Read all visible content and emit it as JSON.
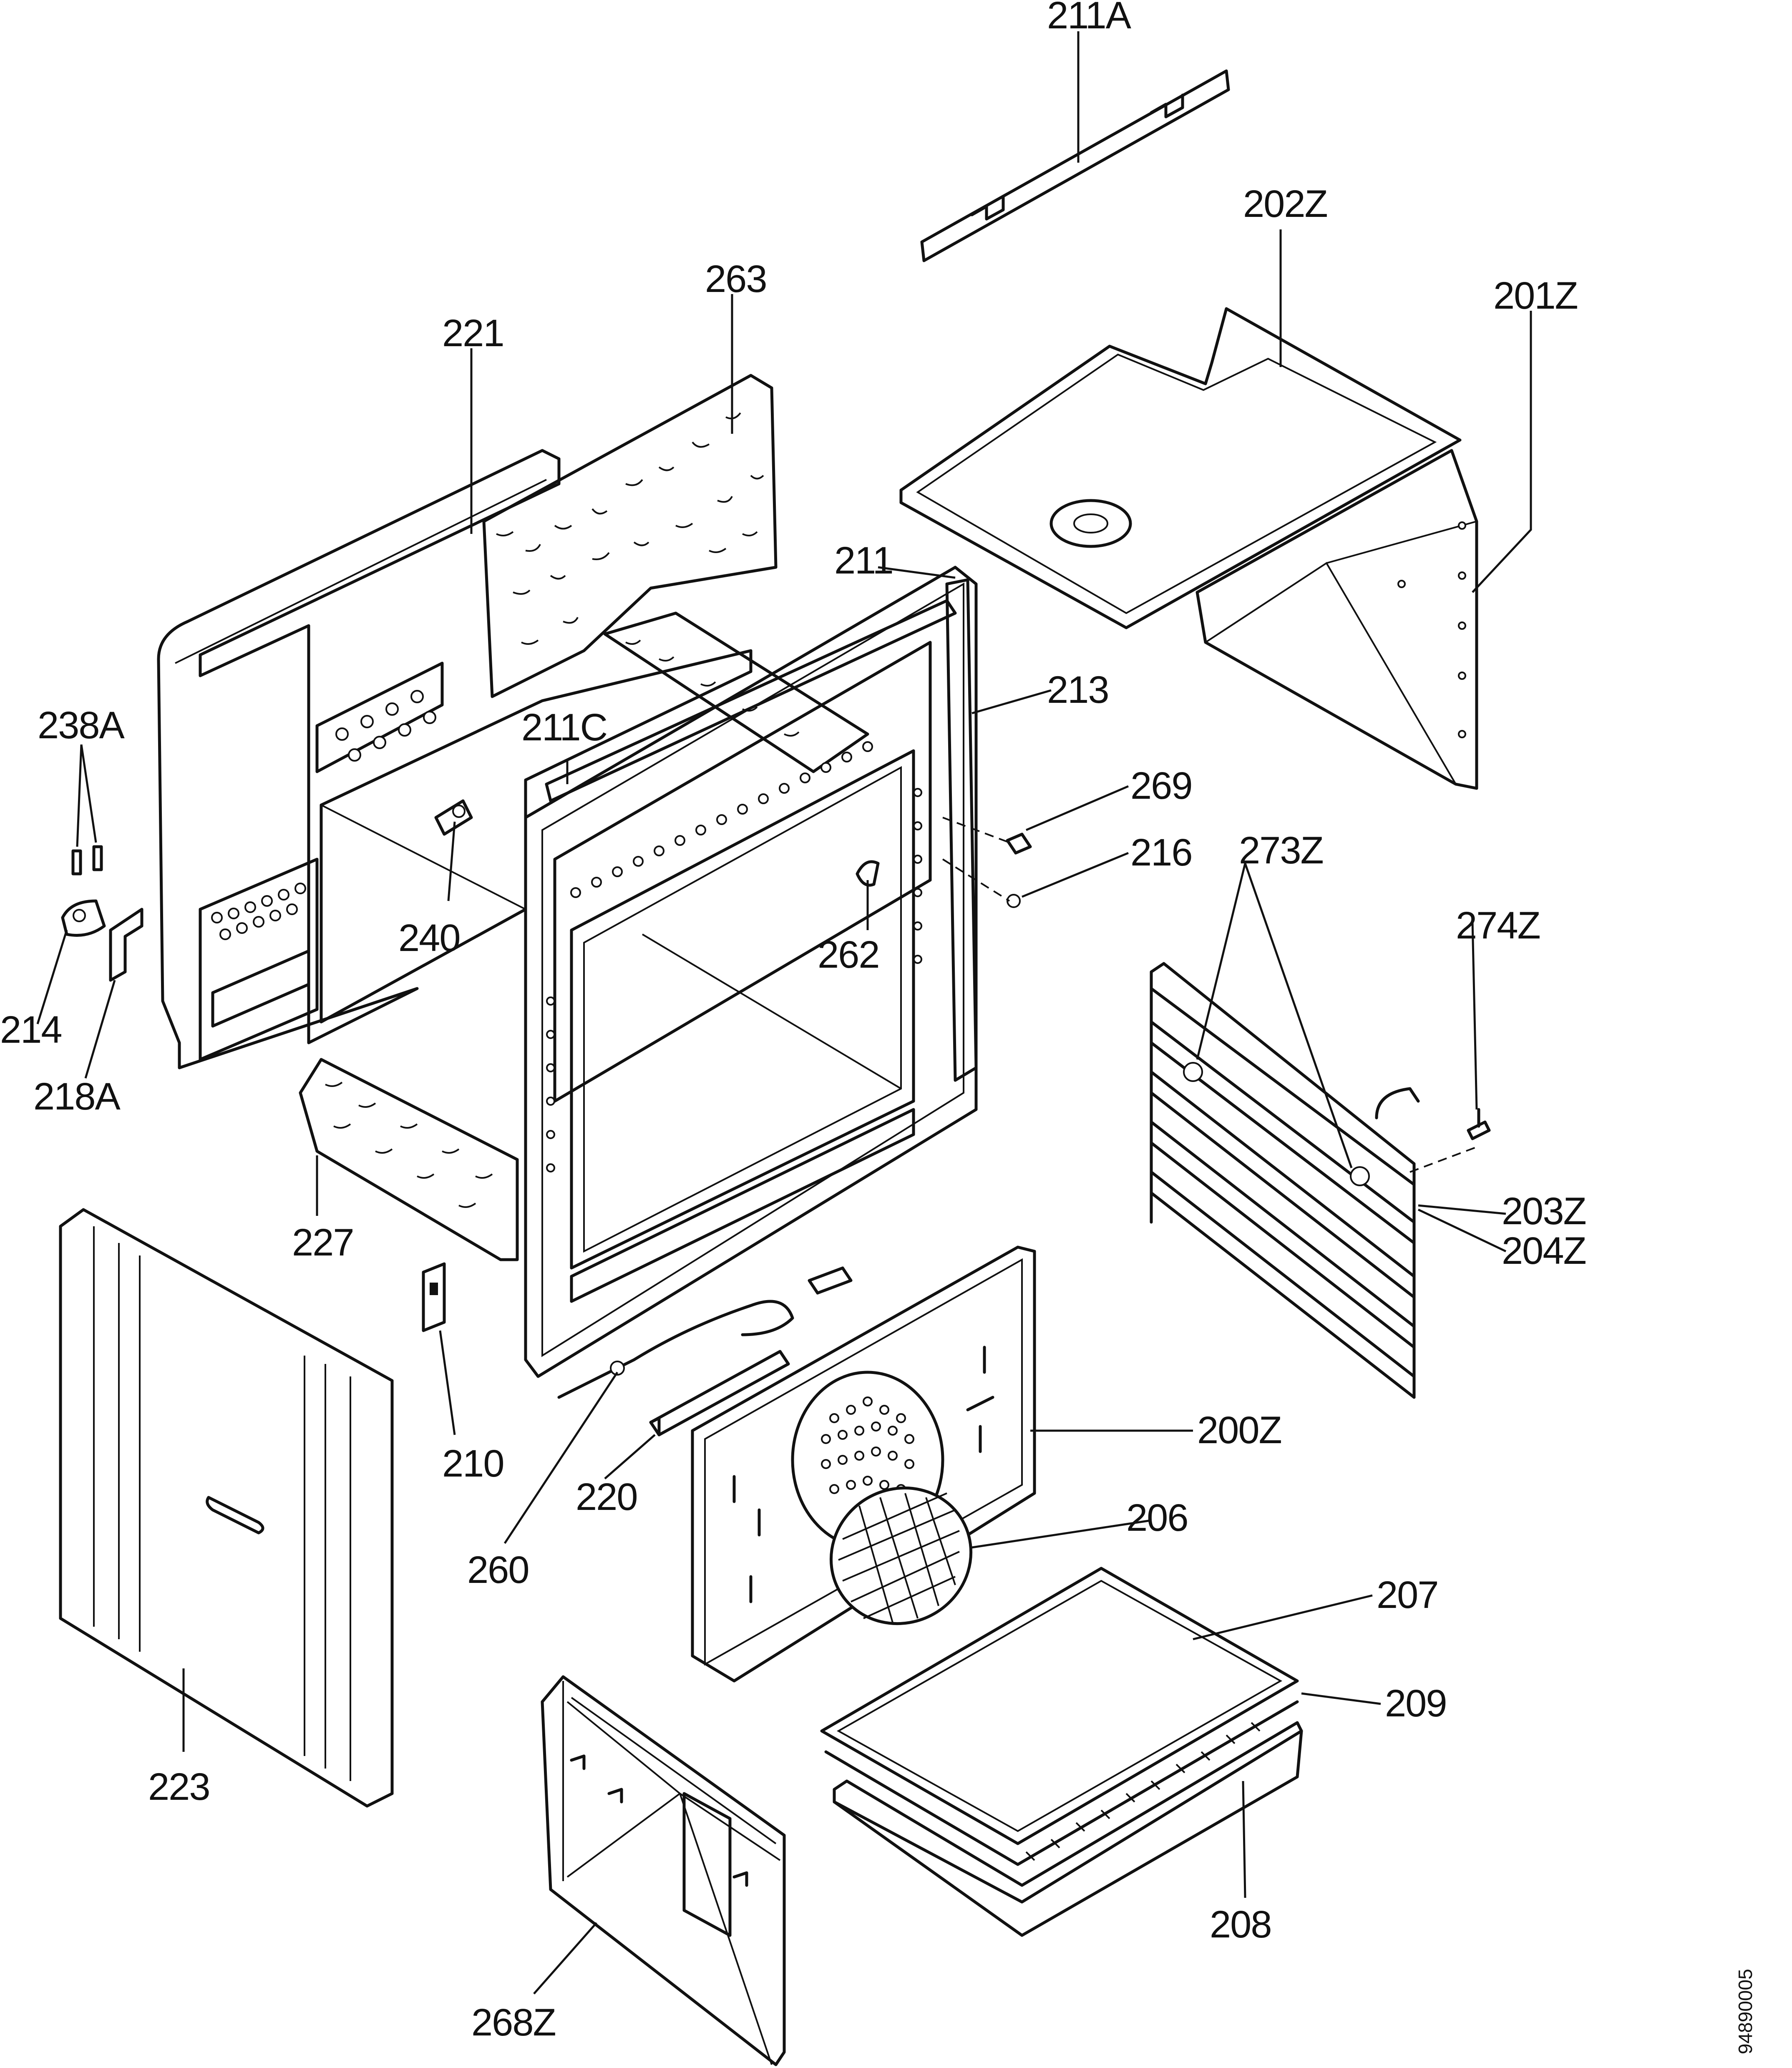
{
  "diagram": {
    "labels": {
      "p211A": "211A",
      "p202Z": "202Z",
      "p201Z": "201Z",
      "p263": "263",
      "p221": "221",
      "p211": "211",
      "p213": "213",
      "p211C": "211C",
      "p238A": "238A",
      "p269": "269",
      "p216": "216",
      "p273Z": "273Z",
      "p274Z": "274Z",
      "p240": "240",
      "p262": "262",
      "p214": "214",
      "p218A": "218A",
      "p227": "227",
      "p203Z": "203Z",
      "p204Z": "204Z",
      "p200Z": "200Z",
      "p210": "210",
      "p220": "220",
      "p206": "206",
      "p260": "260",
      "p207": "207",
      "p209": "209",
      "p223": "223",
      "p208": "208",
      "p268Z": "268Z"
    },
    "drawing_code": "94890005"
  }
}
